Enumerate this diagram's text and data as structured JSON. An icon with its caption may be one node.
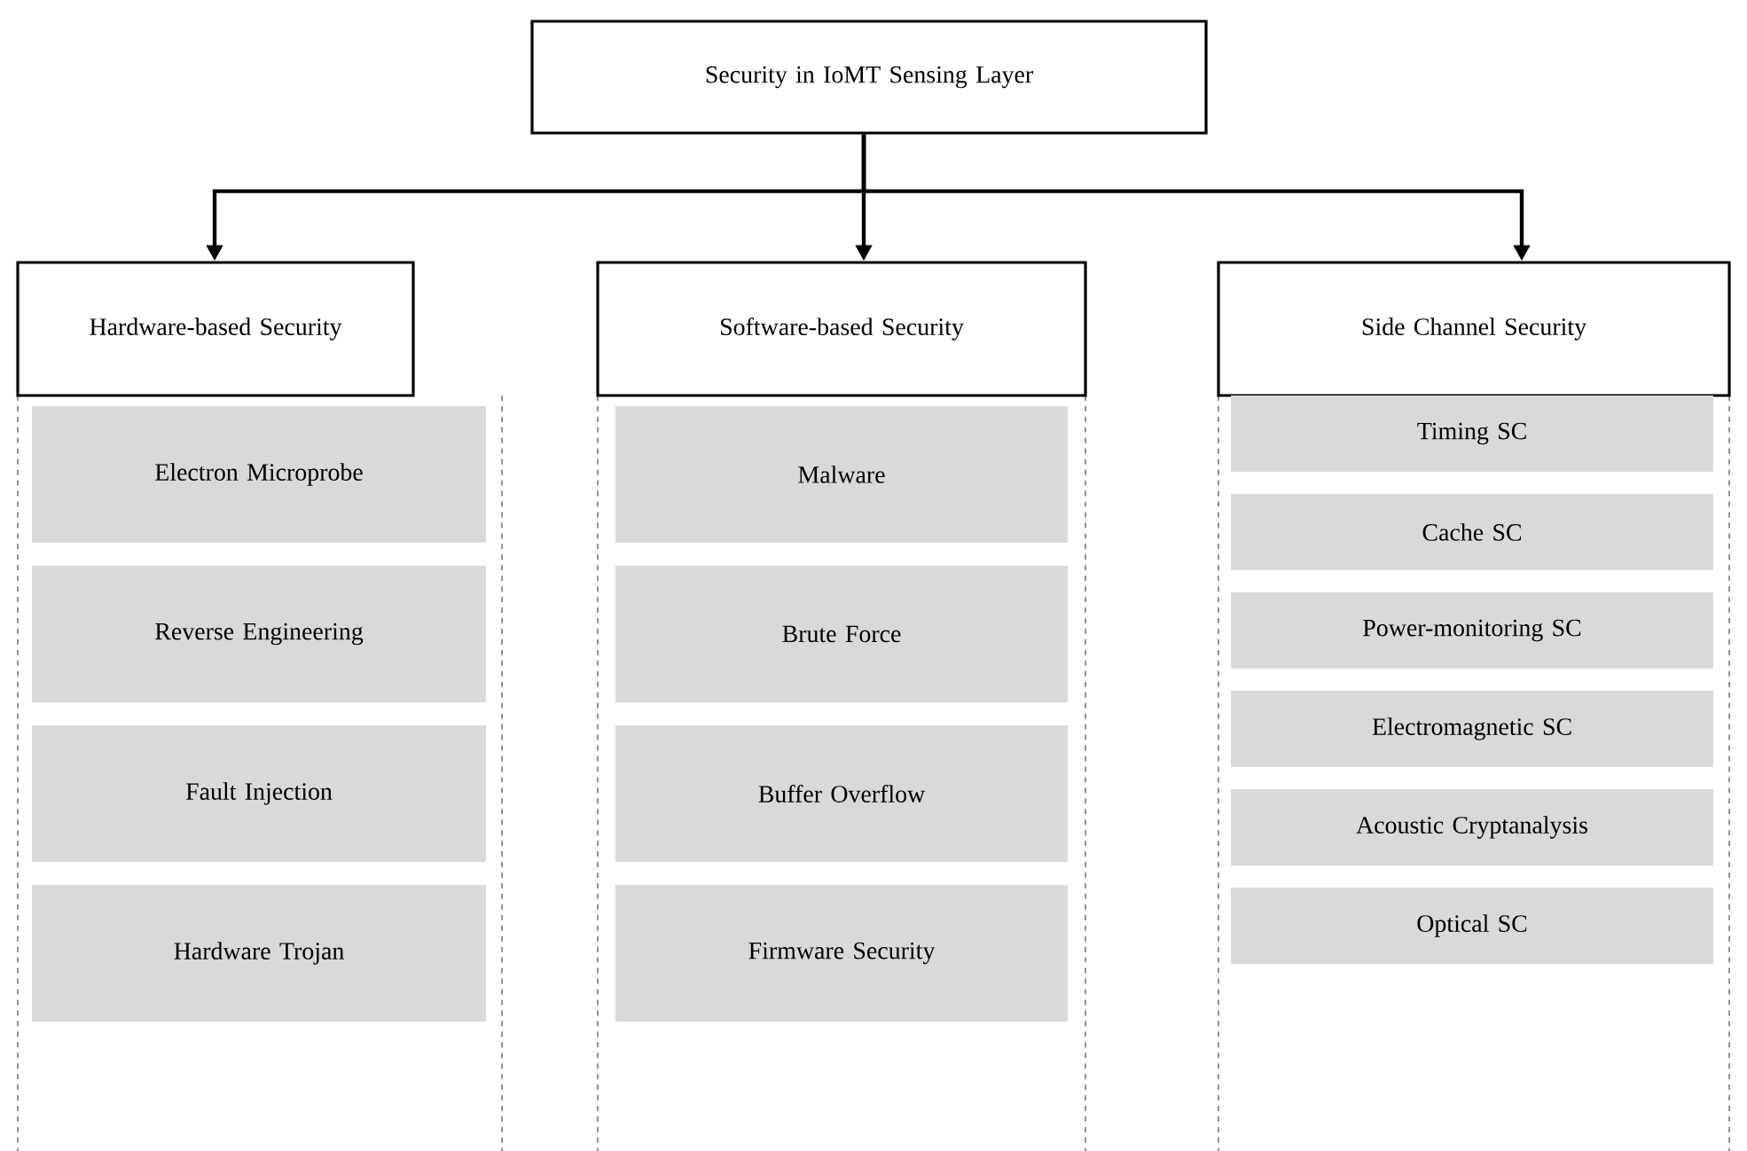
{
  "diagram": {
    "nodes": [
      {
        "text": [
          "Security in IoMT Sensing Layer"
        ]
      },
      {
        "text": [
          "Hardware-based Security"
        ]
      },
      {
        "text": [
          "Software-based Security"
        ]
      },
      {
        "text": [
          "Side Channel Security"
        ]
      },
      {
        "text": [
          "Electron Microprobe"
        ]
      },
      {
        "text": [
          "Reverse Engineering"
        ]
      },
      {
        "text": [
          "Fault Injection"
        ]
      },
      {
        "text": [
          "Hardware Trojan"
        ]
      },
      {
        "text": [
          "Malware"
        ]
      },
      {
        "text": [
          "Brute Force"
        ]
      },
      {
        "text": [
          "Buffer Overflow"
        ]
      },
      {
        "text": [
          "Firmware Security"
        ]
      },
      {
        "text": [
          "Timing SC"
        ]
      },
      {
        "text": [
          "Cache SC"
        ]
      },
      {
        "text": [
          "Power-monitoring SC"
        ]
      },
      {
        "text": [
          "Electromagnetic SC"
        ]
      },
      {
        "text": [
          "Acoustic Cryptanalysis"
        ]
      },
      {
        "text": [
          "Optical SC"
        ]
      }
    ],
    "edges": [
      {
        "from": 0,
        "to": 1,
        "arrow": "to"
      },
      {
        "from": 0,
        "to": 2,
        "arrow": "to"
      },
      {
        "from": 0,
        "to": 3,
        "arrow": "to"
      }
    ]
  }
}
